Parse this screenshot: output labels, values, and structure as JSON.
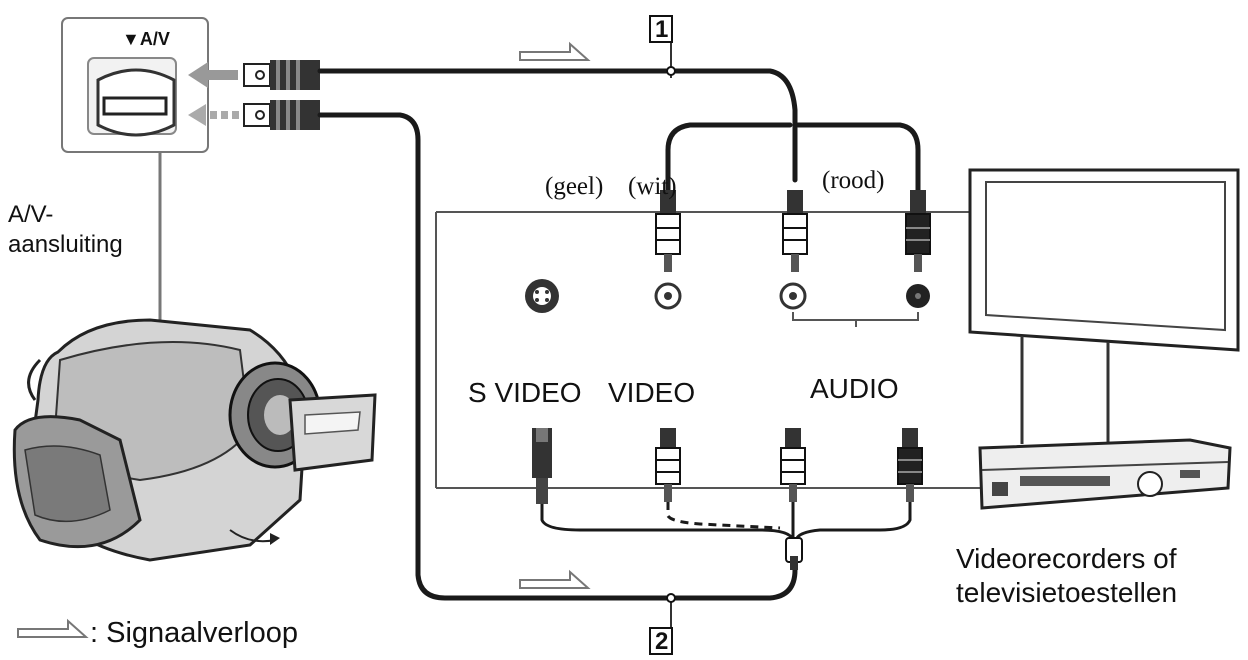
{
  "labels": {
    "av_port": "▼A/V",
    "av_jack_line1": "A/V-",
    "av_jack_line2": "aansluiting",
    "geel": "(geel)",
    "wit": "(wit)",
    "rood": "(rood)",
    "s_video": "S VIDEO",
    "video": "VIDEO",
    "audio": "AUDIO",
    "device_line1": "Videorecorders of",
    "device_line2": "televisietoestellen",
    "legend": ": Signaalverloop",
    "cable_1": "1",
    "cable_2": "2"
  },
  "icons": {
    "camcorder": "camcorder-icon",
    "tv": "tv-icon",
    "vcr": "vcr-icon",
    "signal_arrow": "signal-arrow-icon"
  },
  "colors": {
    "cable": "#1a1a1a",
    "panel_line": "#555555",
    "arrow_fill": "#ffffff",
    "arrow_stroke": "#777777"
  }
}
